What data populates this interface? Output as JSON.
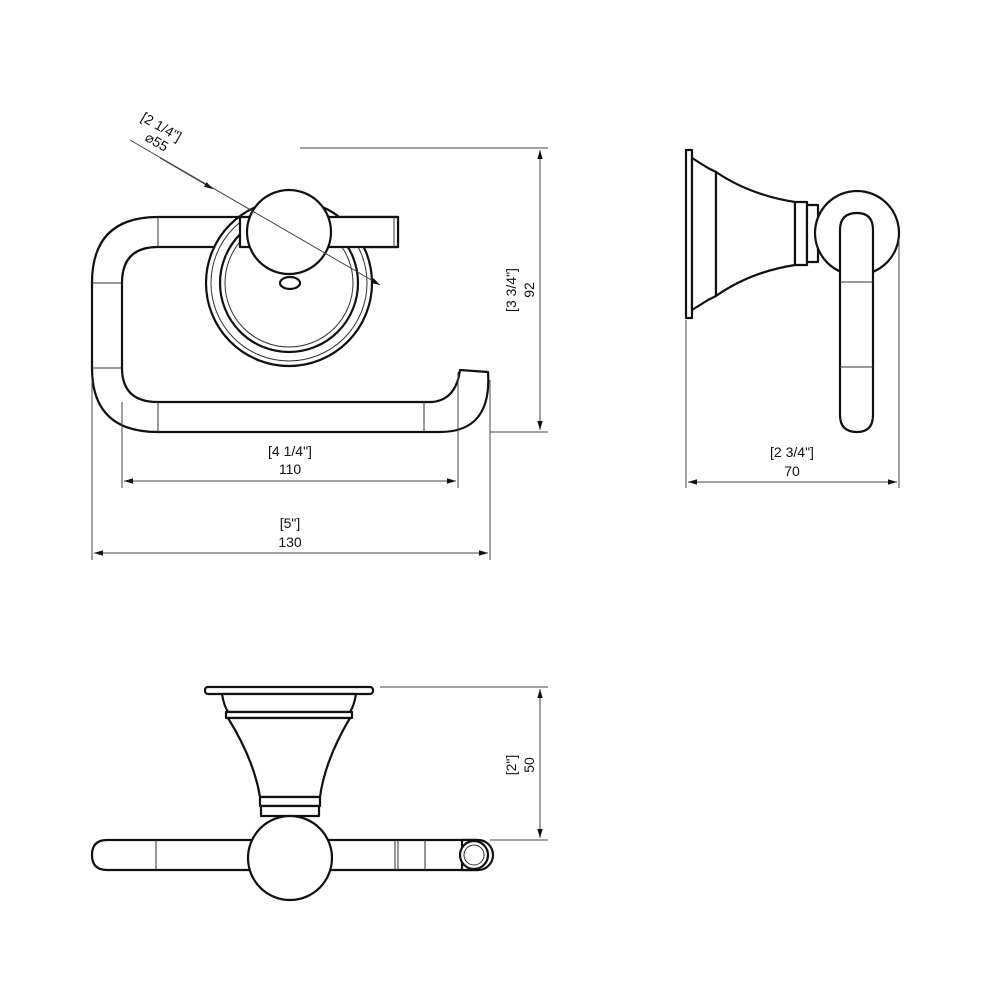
{
  "title": "Toilet paper holder dimension drawing",
  "dimensions": {
    "diameter": {
      "inch": "[2 1/4\"]",
      "mm": "⌀55"
    },
    "height_front": {
      "inch": "[3 3/4\"]",
      "mm": "92"
    },
    "inner_width": {
      "inch": "[4 1/4\"]",
      "mm": "110"
    },
    "overall_width": {
      "inch": "[5\"]",
      "mm": "130"
    },
    "depth_side": {
      "inch": "[2 3/4\"]",
      "mm": "70"
    },
    "projection_top": {
      "inch": "[2\"]",
      "mm": "50"
    }
  },
  "colors": {
    "line": "#111111",
    "background": "#ffffff"
  }
}
